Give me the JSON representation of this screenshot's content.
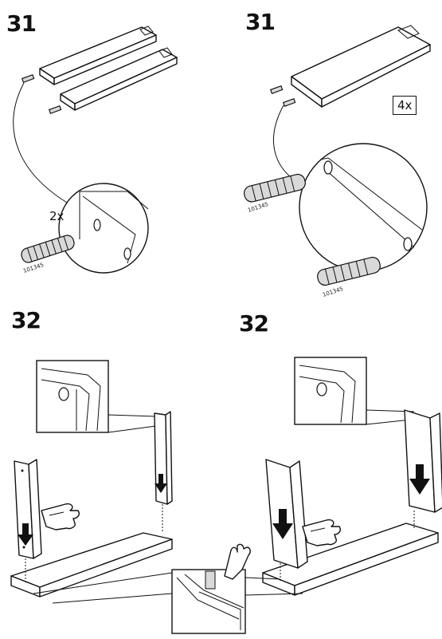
{
  "panels": [
    {
      "step": "31",
      "quantity": "2x",
      "part_number": "101345"
    },
    {
      "step": "31",
      "quantity": "4x",
      "part_number_a": "101345",
      "part_number_b": "101345"
    },
    {
      "step": "32"
    },
    {
      "step": "32"
    }
  ],
  "icons": {
    "dowel": "dowel-icon",
    "press_finger": "pointing-hand-icon",
    "down_arrow": "down-arrow-icon"
  }
}
